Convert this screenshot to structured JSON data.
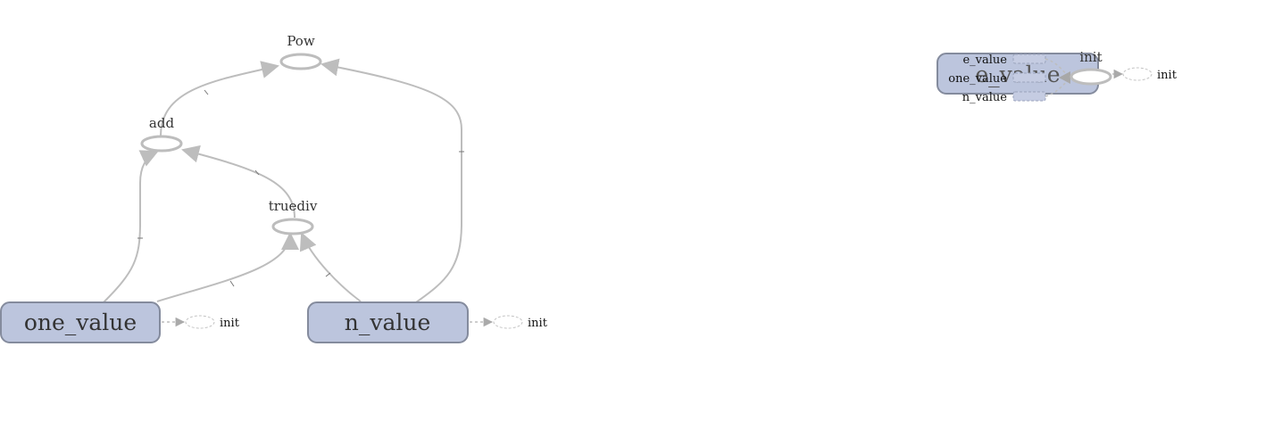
{
  "graph": {
    "nodes": {
      "pow": "Pow",
      "add": "add",
      "truediv": "truediv",
      "one_value": "one_value",
      "n_value": "n_value",
      "one_value_init": "init",
      "n_value_init": "init"
    },
    "e_value_group": {
      "title": "e_value",
      "ports": [
        "e_value",
        "one_value",
        "n_value"
      ],
      "init_label": "init",
      "init_ghost": "init"
    }
  },
  "colors": {
    "meta_node_fill": "#bcc5dd",
    "meta_node_stroke": "#848b9d",
    "edge": "#bdbdbd"
  }
}
